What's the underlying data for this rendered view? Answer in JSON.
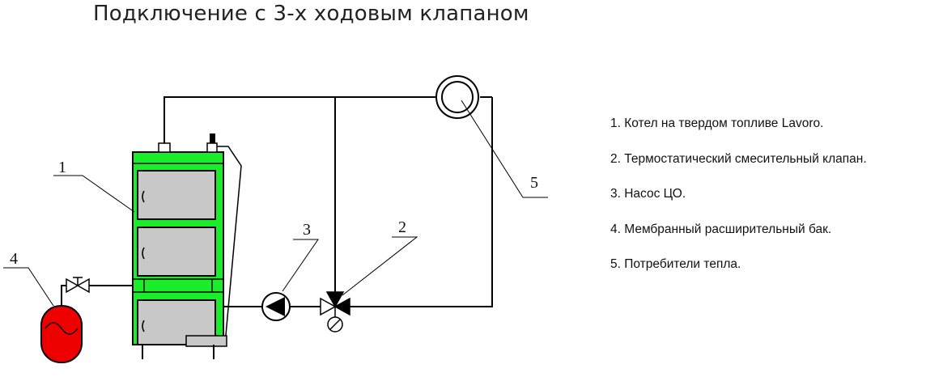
{
  "title": "Подключение с 3-х ходовым клапаном",
  "callouts": [
    "1",
    "2",
    "3",
    "4",
    "5"
  ],
  "legend": [
    "1. Котел на твердом топливе Lavoro.",
    "2. Термостатический смесительный клапан.",
    "3. Насос ЦО.",
    "4. Мембранный расширительный бак.",
    "5. Потребители тепла."
  ],
  "colors": {
    "boiler_body": "#1aee2a",
    "boiler_door": "#c8c8c8",
    "tank": "#ee0000",
    "pipe": "#000000"
  }
}
